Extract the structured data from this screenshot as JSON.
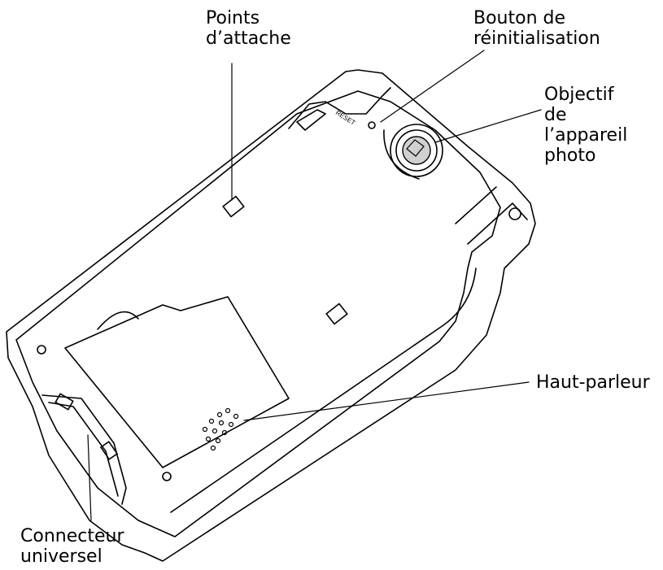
{
  "diagram": {
    "device_marking": "RESET",
    "labels": {
      "attachment_points": [
        "Points",
        "d’attache"
      ],
      "reset_button": [
        "Bouton de",
        "réinitialisation"
      ],
      "camera_lens": [
        "Objectif",
        "de",
        "l’appareil",
        "photo"
      ],
      "speaker": [
        "Haut-parleur"
      ],
      "universal_connector": [
        "Connecteur",
        "universel"
      ]
    }
  }
}
